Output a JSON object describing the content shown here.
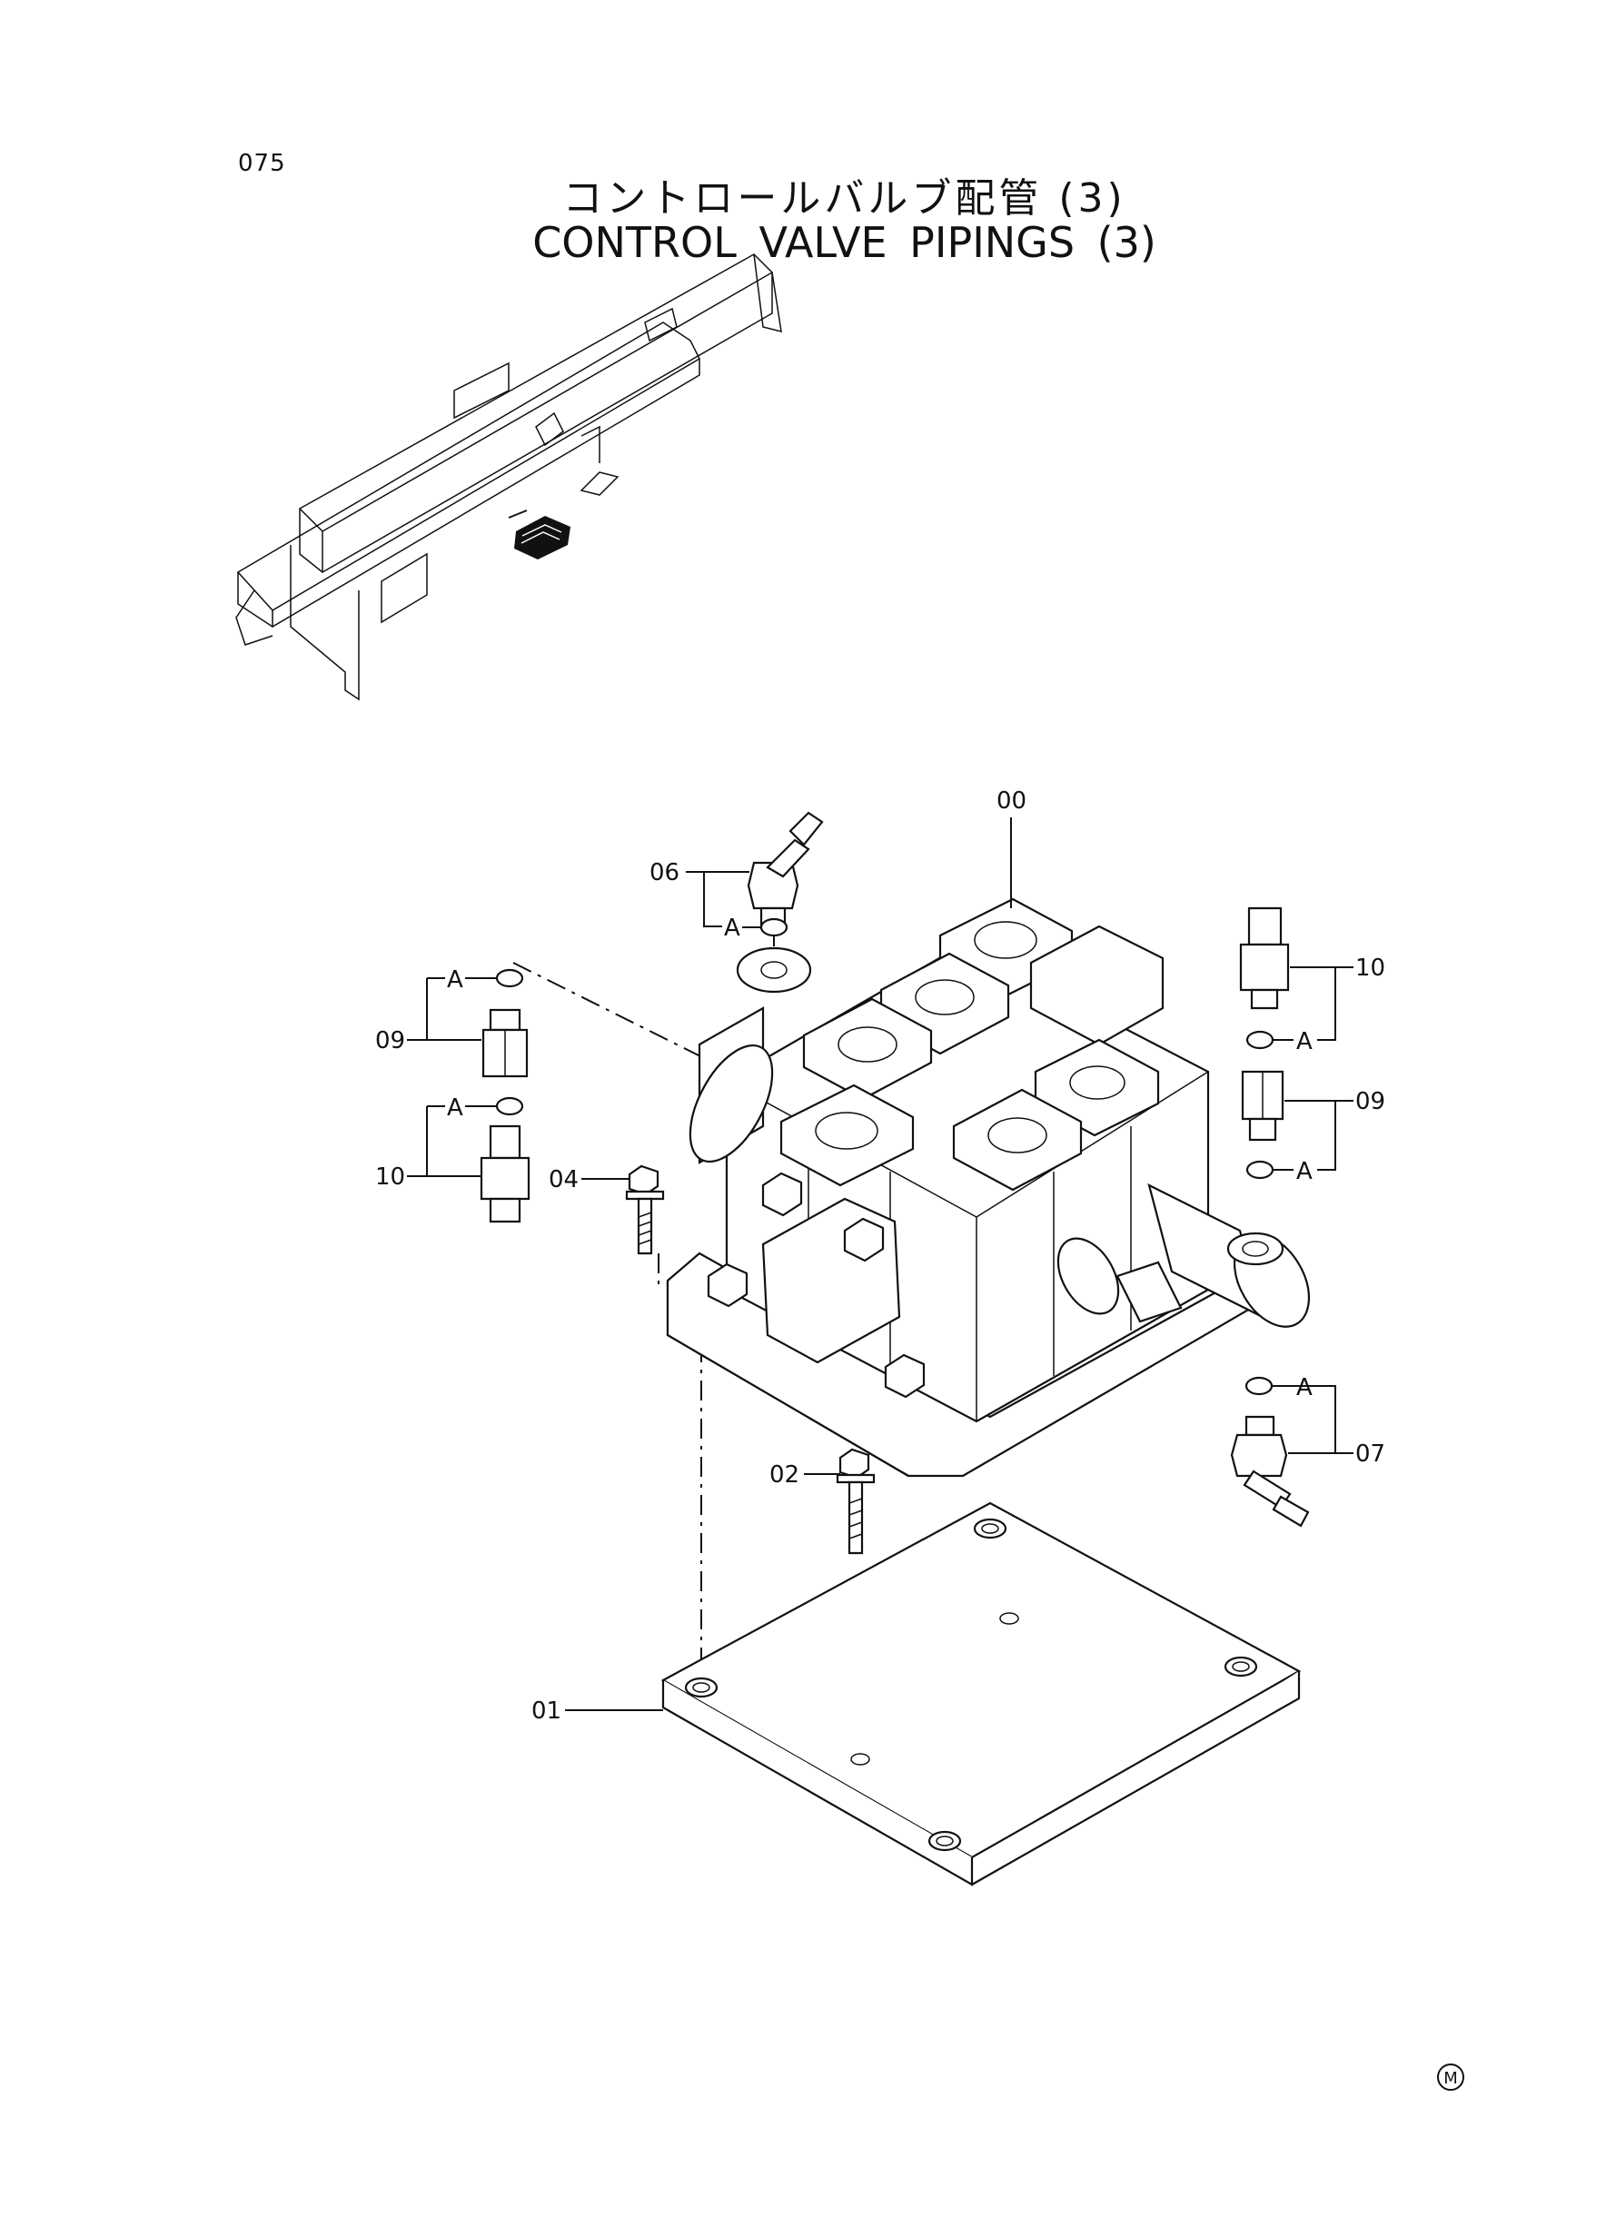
{
  "page_number": "075",
  "title_jp": "コントロールバルブ配管 (3)",
  "title_en": "CONTROL VALVE PIPINGS (3)",
  "callouts": {
    "c00": "00",
    "c01": "01",
    "c02": "02",
    "c04": "04",
    "c06": "06",
    "c07": "07",
    "c09_left": "09",
    "c09_right": "09",
    "c10_left": "10",
    "c10_right": "10"
  },
  "seal_marker": "A",
  "corner_mark": "M"
}
